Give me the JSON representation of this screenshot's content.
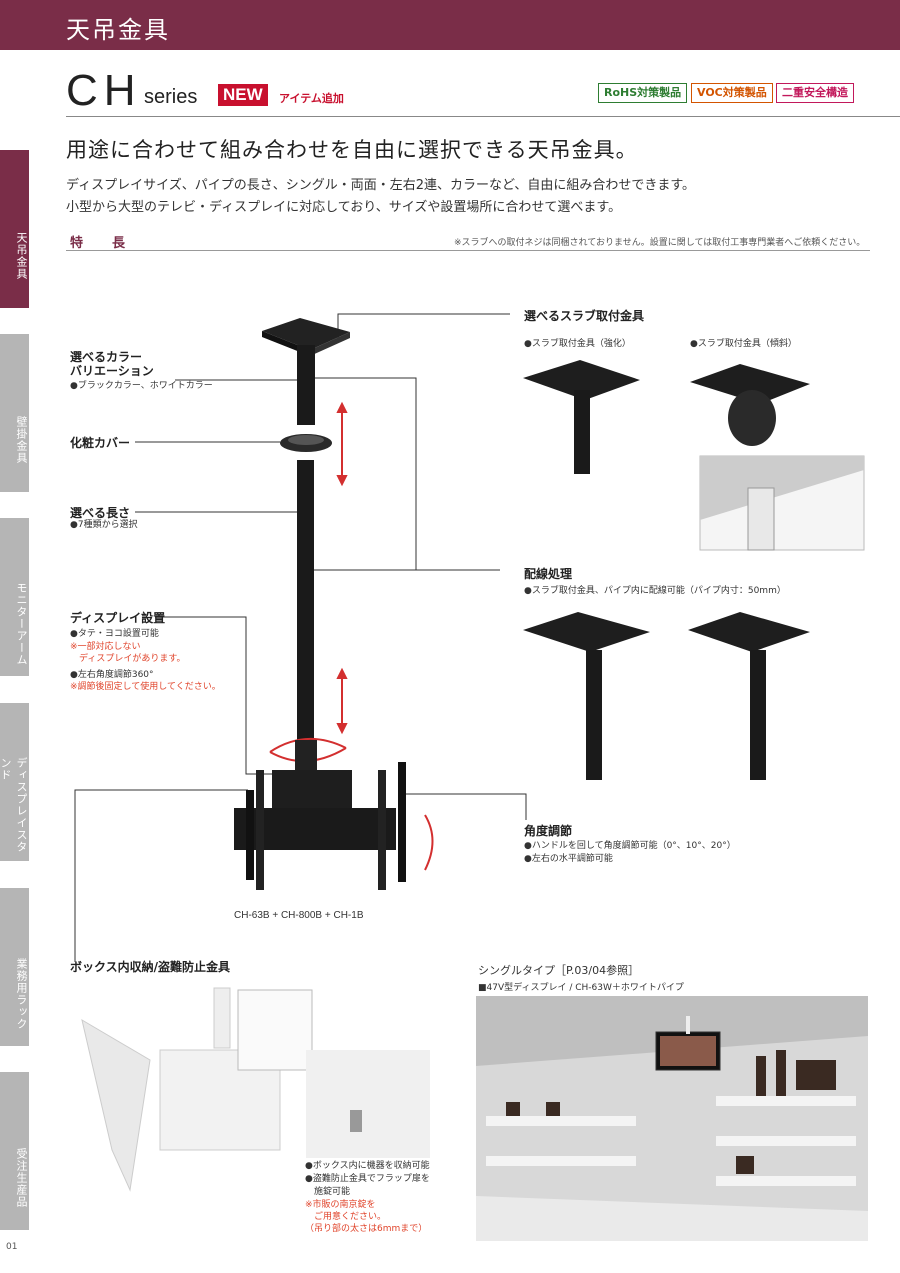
{
  "header": {
    "title": "天吊金具"
  },
  "series": {
    "ch": "CH",
    "word": "series",
    "new_badge": "NEW",
    "new_sub": "アイテム追加",
    "certs": [
      "RoHS対策製品",
      "VOC対策製品",
      "二重安全構造"
    ]
  },
  "intro": {
    "headline": "用途に合わせて組み合わせを自由に選択できる天吊金具。",
    "lines": [
      "ディスプレイサイズ、パイプの長さ、シングル・両面・左右2連、カラーなど、自由に組み合わせできます。",
      "小型から大型のテレビ・ディスプレイに対応しており、サイズや設置場所に合わせて選べます。"
    ]
  },
  "features": {
    "title": "特　長",
    "note": "※スラブへの取付ネジは同梱されておりません。設置に関しては取付工事専門業者へご依頼ください。"
  },
  "left_labels": {
    "color_1": "選べるカラー",
    "color_2": "バリエーション",
    "color_sub": "●ブラックカラー、ホワイトカラー",
    "cover": "化粧カバー",
    "length": "選べる長さ",
    "length_sub": "●7種類から選択",
    "display": "ディスプレイ設置",
    "display_sub1": "●タテ・ヨコ設置可能",
    "display_red1": "※一部対応しない",
    "display_red2": "　ディスプレイがあります。",
    "display_sub2": "●左右角度調節360°",
    "display_red3": "※調節後固定して使用してください。"
  },
  "right_labels": {
    "slab": "選べるスラブ取付金具",
    "slab_a": "●スラブ取付金具（強化）",
    "slab_b": "●スラブ取付金具（傾斜）",
    "wiring": "配線処理",
    "wiring_sub": "●スラブ取付金具、パイプ内に配線可能（パイプ内寸：50mm）",
    "angle": "角度調節",
    "angle_sub1": "●ハンドルを回して角度調節可能（0°、10°、20°）",
    "angle_sub2": "●左右の水平調節可能"
  },
  "caption": "CH-63B + CH-800B + CH-1B",
  "box": {
    "title": "ボックス内収納/盗難防止金具",
    "sub1": "●ボックス内に機器を収納可能",
    "sub2": "●盗難防止金具でフラップ扉を",
    "sub2b": "　施錠可能",
    "red1": "※市販の南京錠を",
    "red2": "　ご用意ください。",
    "red3": "（吊り部の太さは6mmまで）"
  },
  "single": {
    "title": "シングルタイプ［P.03/04参照］",
    "sub": "■47V型ディスプレイ / CH-63W＋ホワイトパイプ"
  },
  "side_tabs": [
    "天吊金具",
    "壁掛金具",
    "モニターアーム",
    "ディスプレイスタンド",
    "業務用ラック",
    "受注生産品"
  ],
  "page_number": "01",
  "colors": {
    "brand": "#7a2d48",
    "new_red": "#c8102e",
    "rohs": "#2e7d32",
    "voc": "#d35400",
    "safe": "#c2185b"
  }
}
